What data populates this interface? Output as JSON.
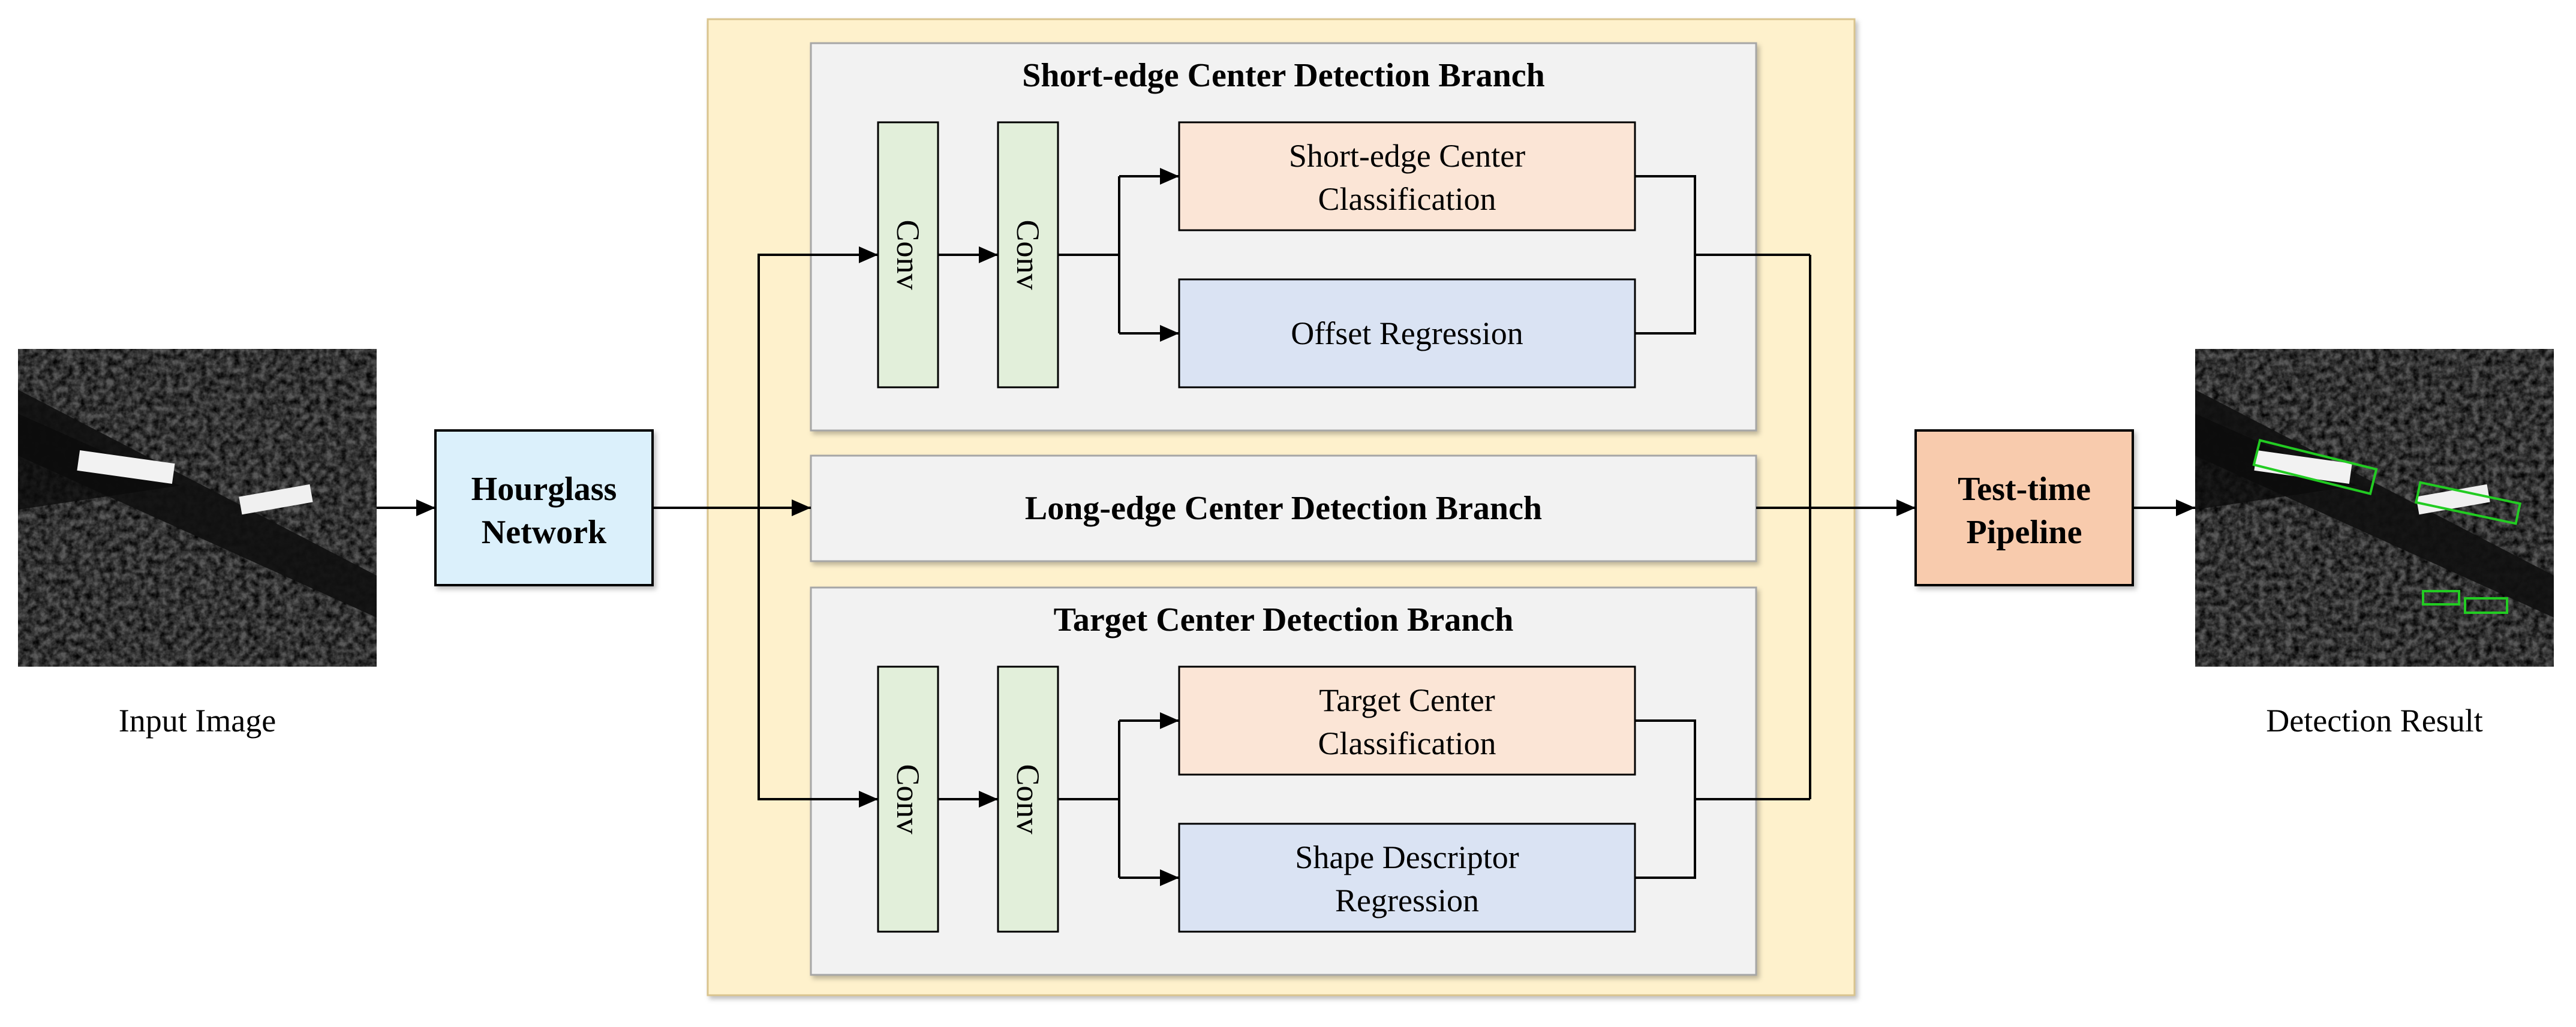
{
  "input_caption": "Input Image",
  "output_caption": "Detection Result",
  "hourglass": {
    "line1": "Hourglass",
    "line2": "Network"
  },
  "test_time": {
    "line1": "Test-time",
    "line2": "Pipeline"
  },
  "short_branch": {
    "title": "Short-edge Center Detection Branch",
    "conv1": "Conv",
    "conv2": "Conv",
    "classification": {
      "line1": "Short-edge Center",
      "line2": "Classification"
    },
    "regression": {
      "line1": "Offset Regression"
    }
  },
  "long_branch": {
    "title": "Long-edge Center Detection Branch"
  },
  "target_branch": {
    "title": "Target Center Detection Branch",
    "conv1": "Conv",
    "conv2": "Conv",
    "classification": {
      "line1": "Target Center",
      "line2": "Classification"
    },
    "regression": {
      "line1": "Shape Descriptor",
      "line2": "Regression"
    }
  },
  "colors": {
    "outer_panel": "#fef1cc",
    "branch_box": "#f2f2f2",
    "conv": "#e2efda",
    "classification": "#fbe5d6",
    "regression": "#dae3f3",
    "hourglass": "#dbf0fb",
    "test_time": "#f8cbad",
    "detection_box": "#22cc22"
  }
}
